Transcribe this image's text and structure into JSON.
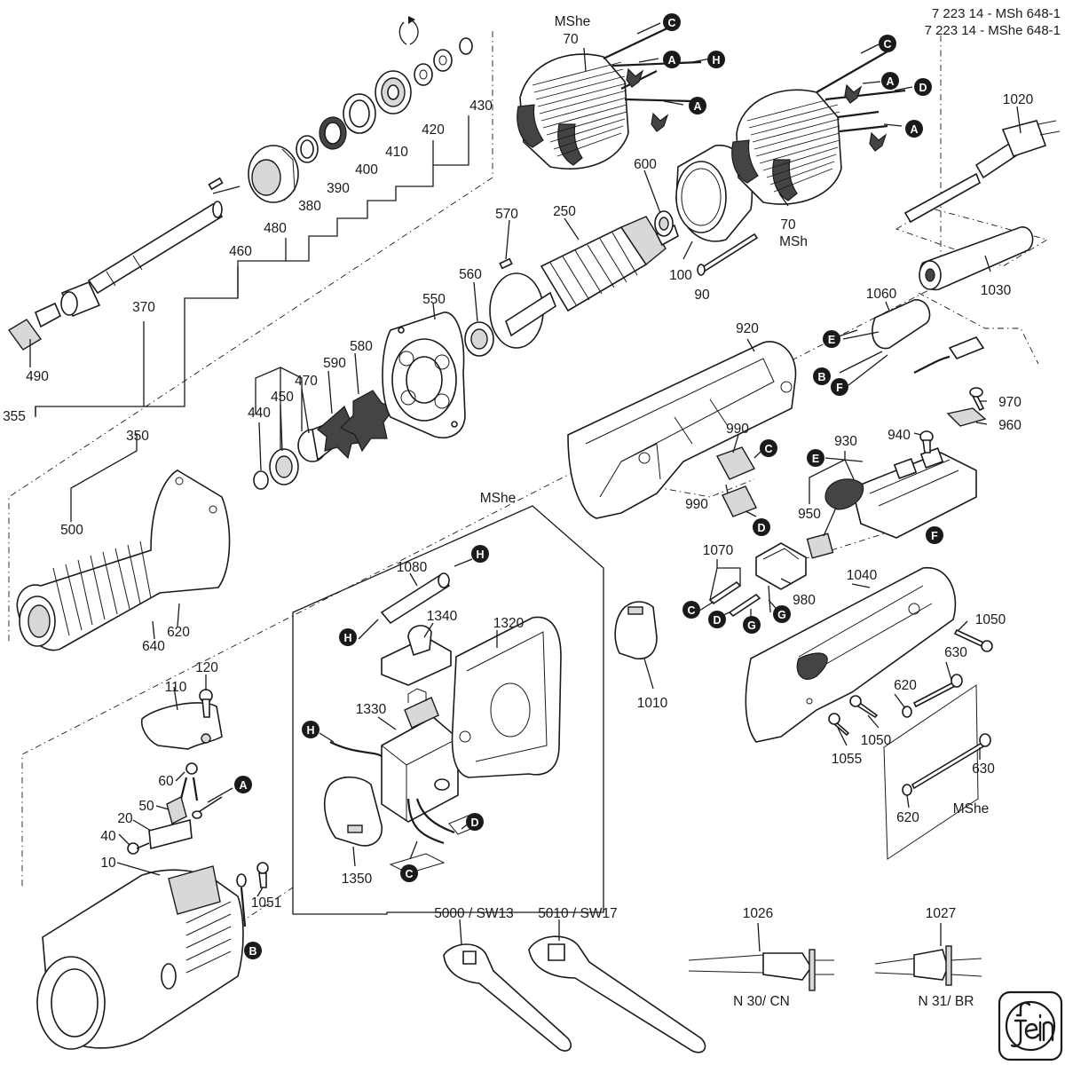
{
  "header": {
    "line1": "7 223 14 - MSh 648-1",
    "line2": "7 223 14 - MShe 648-1"
  },
  "group_labels": {
    "mshe_top": "MShe",
    "msh_field": "MSh",
    "mshe_box": "MShe",
    "mshe_right": "MShe"
  },
  "parts": {
    "p10": "10",
    "p20": "20",
    "p40": "40",
    "p50": "50",
    "p60": "60",
    "p70a": "70",
    "p70b": "70",
    "p90": "90",
    "p100": "100",
    "p110": "110",
    "p120": "120",
    "p250": "250",
    "p350": "350",
    "p355": "355",
    "p370": "370",
    "p380": "380",
    "p390": "390",
    "p400": "400",
    "p410": "410",
    "p420": "420",
    "p430": "430",
    "p440": "440",
    "p450": "450",
    "p460": "460",
    "p470": "470",
    "p480": "480",
    "p490": "490",
    "p500": "500",
    "p550": "550",
    "p560": "560",
    "p570": "570",
    "p580": "580",
    "p590": "590",
    "p600": "600",
    "p620a": "620",
    "p620b": "620",
    "p620c": "620",
    "p630a": "630",
    "p630b": "630",
    "p640": "640",
    "p920": "920",
    "p930": "930",
    "p940": "940",
    "p950": "950",
    "p960": "960",
    "p970": "970",
    "p980": "980",
    "p990a": "990",
    "p990b": "990",
    "p1010": "1010",
    "p1020": "1020",
    "p1026": "1026",
    "p1027": "1027",
    "p1030": "1030",
    "p1040": "1040",
    "p1050a": "1050",
    "p1050b": "1050",
    "p1051": "1051",
    "p1055": "1055",
    "p1060": "1060",
    "p1070": "1070",
    "p1080": "1080",
    "p1320": "1320",
    "p1330": "1330",
    "p1340": "1340",
    "p1350": "1350"
  },
  "tools": {
    "wrench13": "5000  / SW13",
    "wrench17": "5010  / SW17",
    "plug_cn": "N 30/ CN",
    "plug_br": "N 31/ BR"
  },
  "markers": {
    "A": "A",
    "B": "B",
    "C": "C",
    "D": "D",
    "E": "E",
    "F": "F",
    "G": "G",
    "H": "H"
  }
}
